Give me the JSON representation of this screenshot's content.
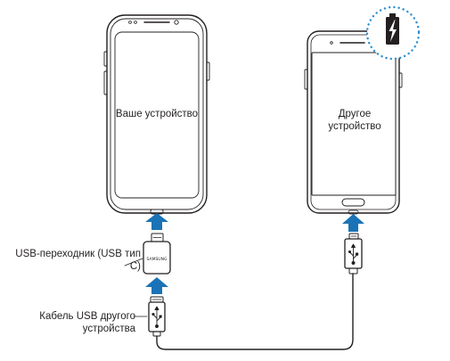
{
  "your_device": {
    "label": "Ваше устройство"
  },
  "other_device": {
    "label": "Другое устройство",
    "charging_icon": "battery-charging-icon"
  },
  "usb_adapter": {
    "label": "USB-переходник (USB тип C)",
    "brand": "SAMSUNG"
  },
  "usb_cable": {
    "label": "Кабель USB другого устройства",
    "icon": "usb-symbol-icon"
  },
  "colors": {
    "arrow": "#1a73b6",
    "callout": "#2b8fd0",
    "outline": "#231f20"
  }
}
